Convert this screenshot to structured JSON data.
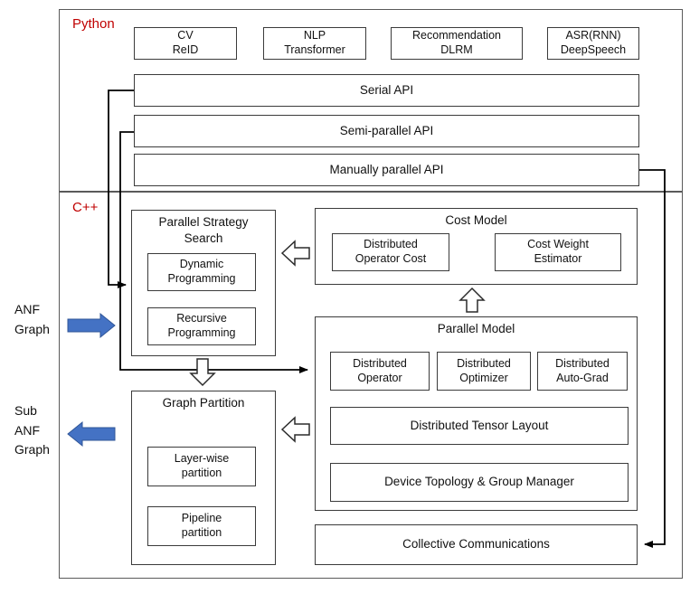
{
  "python": {
    "label": "Python",
    "apps": [
      {
        "label": "CV\nReID"
      },
      {
        "label": "NLP\nTransformer"
      },
      {
        "label": "Recommendation\nDLRM"
      },
      {
        "label": "ASR(RNN)\nDeepSpeech"
      }
    ],
    "apis": [
      {
        "label": "Serial API"
      },
      {
        "label": "Semi-parallel API"
      },
      {
        "label": "Manually parallel API"
      }
    ]
  },
  "cpp": {
    "label": "C++",
    "strategy_search": {
      "title": "Parallel Strategy\nSearch",
      "items": [
        {
          "label": "Dynamic\nProgramming"
        },
        {
          "label": "Recursive\nProgramming"
        }
      ]
    },
    "cost_model": {
      "title": "Cost Model",
      "items": [
        {
          "label": "Distributed\nOperator Cost"
        },
        {
          "label": "Cost Weight\nEstimator"
        }
      ]
    },
    "parallel_model": {
      "title": "Parallel Model",
      "row_items": [
        {
          "label": "Distributed\nOperator"
        },
        {
          "label": "Distributed\nOptimizer"
        },
        {
          "label": "Distributed\nAuto-Grad"
        }
      ],
      "tensor_layout": "Distributed Tensor Layout",
      "device_topology": "Device Topology & Group Manager"
    },
    "graph_partition": {
      "title": "Graph Partition",
      "items": [
        {
          "label": "Layer-wise\npartition"
        },
        {
          "label": "Pipeline\npartition"
        }
      ]
    },
    "collective": "Collective Communications"
  },
  "side": {
    "anf_graph": "ANF\nGraph",
    "sub_anf_graph": "Sub\nANF\nGraph"
  },
  "colors": {
    "accent_red": "#C00000",
    "arrow_blue": "#4472C4"
  }
}
